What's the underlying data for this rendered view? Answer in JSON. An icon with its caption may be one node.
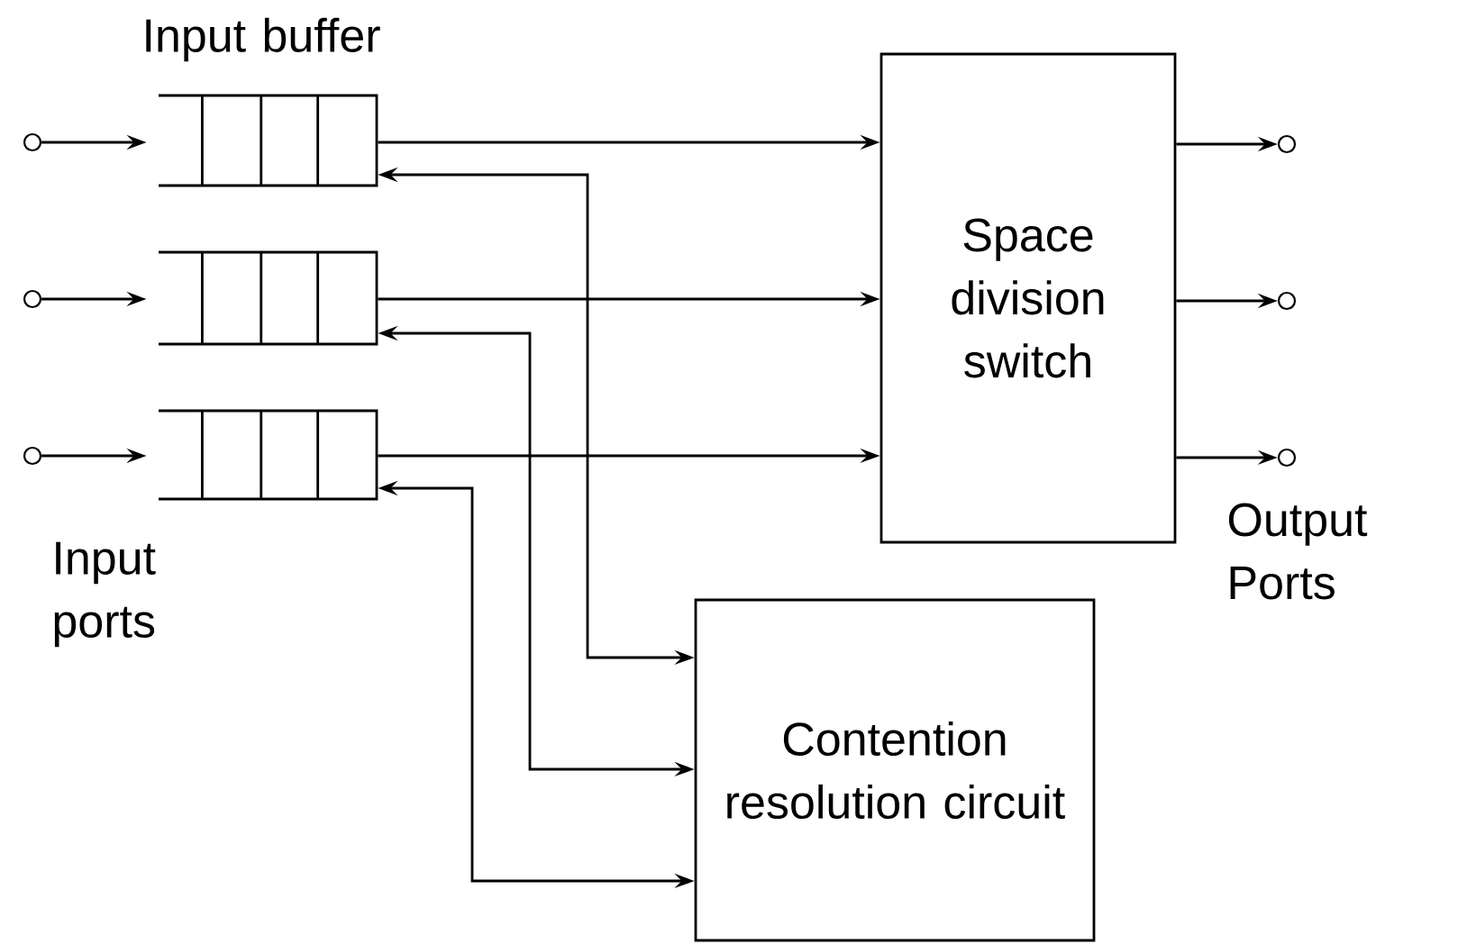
{
  "diagram": {
    "nodes": [
      {
        "text": [],
        "shape": "circle"
      },
      {
        "text": [],
        "shape": "circle"
      },
      {
        "text": [],
        "shape": "circle"
      },
      {
        "text": [],
        "shape": "box"
      },
      {
        "text": [],
        "shape": "box"
      },
      {
        "text": [],
        "shape": "box"
      },
      {
        "text": [
          "Space division switch"
        ]
      },
      {
        "text": [],
        "shape": "circle"
      },
      {
        "text": [],
        "shape": "circle"
      },
      {
        "text": [],
        "shape": "circle"
      },
      {
        "text": [
          "Contention resolution circuit"
        ]
      }
    ],
    "edges": [
      {
        "from": 0,
        "to": 3,
        "arrow": "to"
      },
      {
        "from": 1,
        "to": 4,
        "arrow": "to"
      },
      {
        "from": 2,
        "to": 5,
        "arrow": "to"
      },
      {
        "from": 3,
        "to": 6,
        "arrow": "to"
      },
      {
        "from": 4,
        "to": 6,
        "arrow": "to"
      },
      {
        "from": 5,
        "to": 6,
        "arrow": "to"
      },
      {
        "from": 6,
        "to": 7,
        "arrow": "to"
      },
      {
        "from": 6,
        "to": 8,
        "arrow": "to"
      },
      {
        "from": 6,
        "to": 9,
        "arrow": "to"
      },
      {
        "from": 3,
        "to": 10,
        "arrow": "both"
      },
      {
        "from": 4,
        "to": 10,
        "arrow": "both"
      },
      {
        "from": 5,
        "to": 10,
        "arrow": "both"
      }
    ],
    "labels": [
      "Input buffer",
      "Input ports",
      "Output Ports"
    ]
  }
}
